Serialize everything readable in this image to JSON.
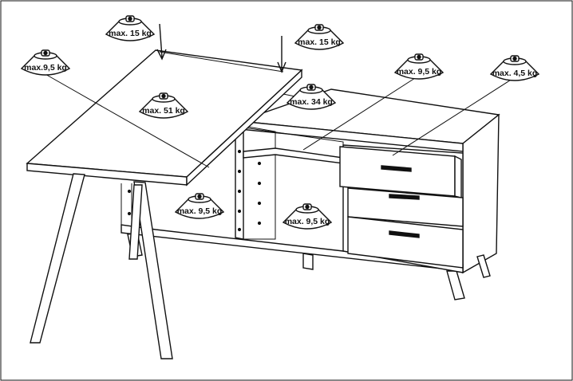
{
  "weights": [
    {
      "id": "top-left-corner",
      "label": "max.9,5 kg"
    },
    {
      "id": "top-rear-left",
      "label": "max. 15 kg"
    },
    {
      "id": "top-rear-right",
      "label": "max. 15 kg"
    },
    {
      "id": "top-center",
      "label": "max. 51 kg"
    },
    {
      "id": "cabinet-top",
      "label": "max. 34 kg"
    },
    {
      "id": "upper-shelf",
      "label": "max. 9,5 kg"
    },
    {
      "id": "drawer-top",
      "label": "max. 4,5 kg"
    },
    {
      "id": "lower-left-shelf",
      "label": "max. 9,5 kg"
    },
    {
      "id": "lower-center-shelf",
      "label": "max. 9,5 kg"
    }
  ]
}
